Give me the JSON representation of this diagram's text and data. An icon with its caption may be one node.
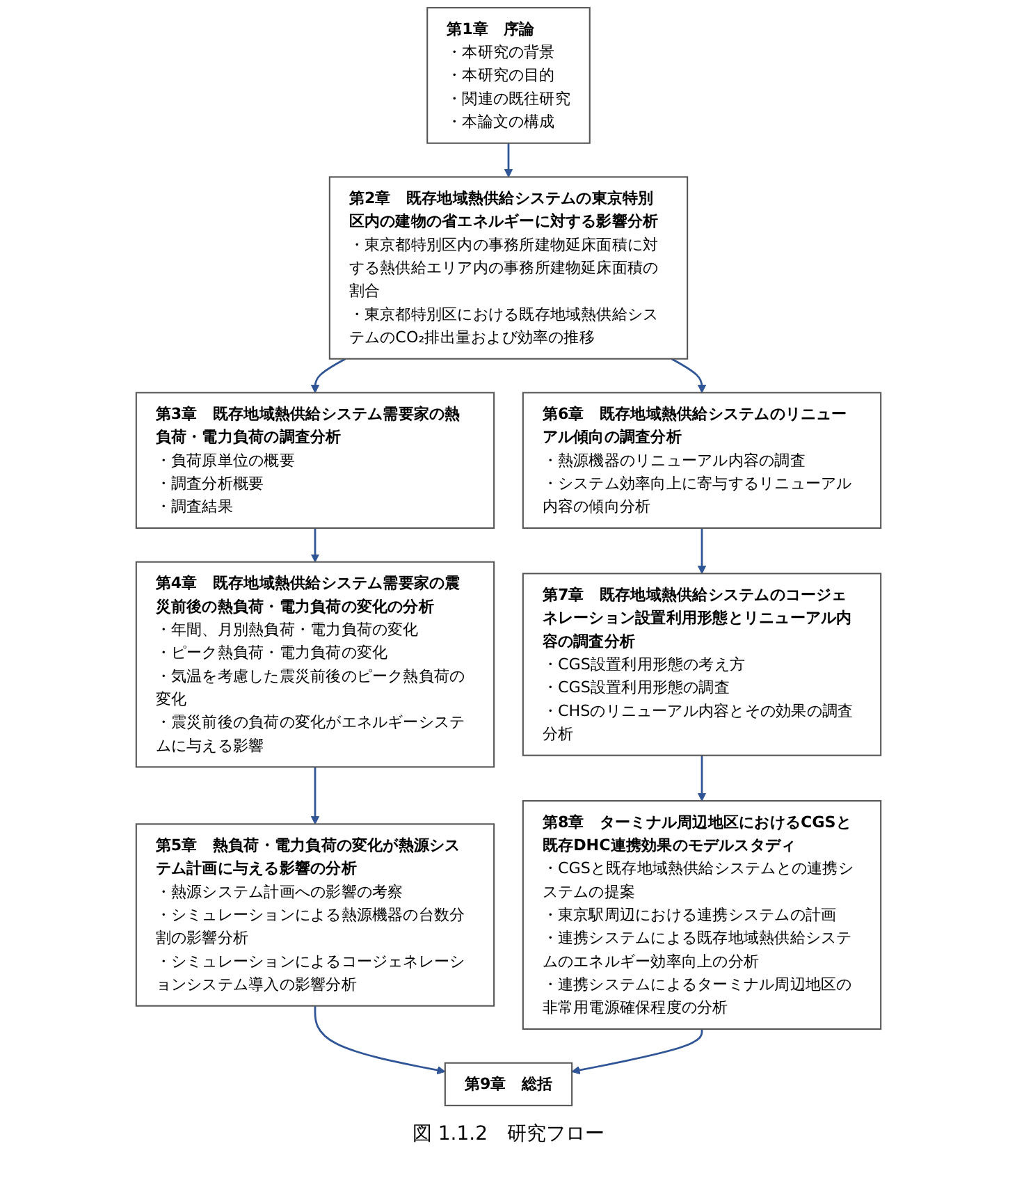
{
  "diagram": {
    "caption": "図 1.1.2　研究フロー",
    "nodes": [
      {
        "text": [
          "第1章　序論",
          "・本研究の背景",
          "・本研究の目的",
          "・関連の既往研究",
          "・本論文の構成"
        ]
      },
      {
        "text": [
          "第2章　既存地域熱供給システムの東京特別区内の建物の省エネルギーに対する影響分析",
          "・東京都特別区内の事務所建物延床面積に対する熱供給エリア内の事務所建物延床面積の割合",
          "・東京都特別区における既存地域熱供給システムのCO₂排出量および効率の推移"
        ]
      },
      {
        "text": [
          "第3章　既存地域熱供給システム需要家の熱負荷・電力負荷の調査分析",
          "・負荷原単位の概要",
          "・調査分析概要",
          "・調査結果"
        ]
      },
      {
        "text": [
          "第4章　既存地域熱供給システム需要家の震災前後の熱負荷・電力負荷の変化の分析",
          "・年間、月別熱負荷・電力負荷の変化",
          "・ピーク熱負荷・電力負荷の変化",
          "・気温を考慮した震災前後のピーク熱負荷の変化",
          "・震災前後の負荷の変化がエネルギーシステムに与える影響"
        ]
      },
      {
        "text": [
          "第5章　熱負荷・電力負荷の変化が熱源システム計画に与える影響の分析",
          "・熱源システム計画への影響の考察",
          "・シミュレーションによる熱源機器の台数分割の影響分析",
          "・シミュレーションによるコージェネレーションシステム導入の影響分析"
        ]
      },
      {
        "text": [
          "第6章　既存地域熱供給システムのリニューアル傾向の調査分析",
          "・熱源機器のリニューアル内容の調査",
          "・システム効率向上に寄与するリニューアル内容の傾向分析"
        ]
      },
      {
        "text": [
          "第7章　既存地域熱供給システムのコージェネレーション設置利用形態とリニューアル内容の調査分析",
          "・CGS設置利用形態の考え方",
          "・CGS設置利用形態の調査",
          "・CHSのリニューアル内容とその効果の調査分析"
        ]
      },
      {
        "text": [
          "第8章　ターミナル周辺地区におけるCGSと既存DHC連携効果のモデルスタディ",
          "・CGSと既存地域熱供給システムとの連携システムの提案",
          "・東京駅周辺における連携システムの計画",
          "・連携システムによる既存地域熱供給システムのエネルギー効率向上の分析",
          "・連携システムによるターミナル周辺地区の非常用電源確保程度の分析"
        ]
      },
      {
        "text": [
          "第9章　総括"
        ]
      }
    ],
    "edges": [
      {
        "from": 0,
        "to": 1,
        "arrow": "to"
      },
      {
        "from": 1,
        "to": 2,
        "arrow": "to"
      },
      {
        "from": 1,
        "to": 5,
        "arrow": "to"
      },
      {
        "from": 2,
        "to": 3,
        "arrow": "to"
      },
      {
        "from": 3,
        "to": 4,
        "arrow": "to"
      },
      {
        "from": 4,
        "to": 8,
        "arrow": "to"
      },
      {
        "from": 5,
        "to": 6,
        "arrow": "to"
      },
      {
        "from": 6,
        "to": 7,
        "arrow": "to"
      },
      {
        "from": 7,
        "to": 8,
        "arrow": "to"
      }
    ]
  }
}
